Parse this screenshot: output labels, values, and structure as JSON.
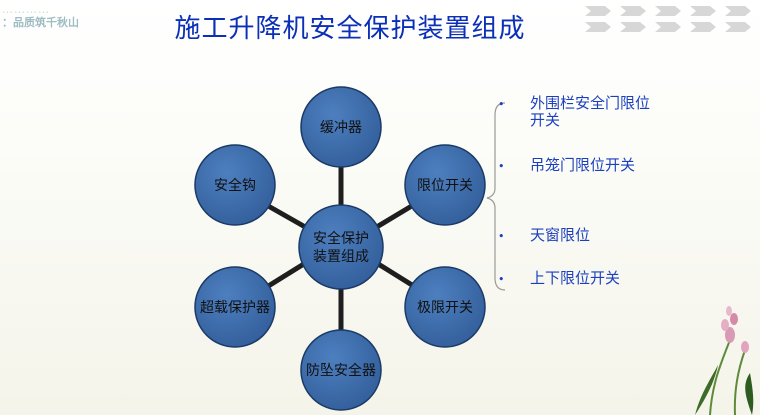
{
  "title": "施工升降机安全保护装置组成",
  "watermark": {
    "line1": "…………",
    "line2": "：品质筑千秋山"
  },
  "colors": {
    "node_fill": "#3a6aa8",
    "node_stroke": "#1b3a66",
    "title": "#0b2fb6",
    "bullet": "#1b3fbf"
  },
  "diagram": {
    "center": {
      "line1": "安全保护",
      "line2": "装置组成"
    },
    "nodes": [
      {
        "id": "buffer",
        "label": "缓冲器"
      },
      {
        "id": "limit-switch",
        "label": "限位开关"
      },
      {
        "id": "extreme-limit",
        "label": "极限开关"
      },
      {
        "id": "fall-arrester",
        "label": "防坠安全器"
      },
      {
        "id": "overload",
        "label": "超载保护器"
      },
      {
        "id": "safety-hook",
        "label": "安全钩"
      }
    ]
  },
  "limit_list": [
    {
      "line1": "外围栏安全门限位",
      "line2": "开关"
    },
    {
      "line1": "吊笼门限位开关",
      "line2": ""
    },
    {
      "line1": "天窗限位",
      "line2": ""
    },
    {
      "line1": "上下限位开关",
      "line2": ""
    }
  ]
}
